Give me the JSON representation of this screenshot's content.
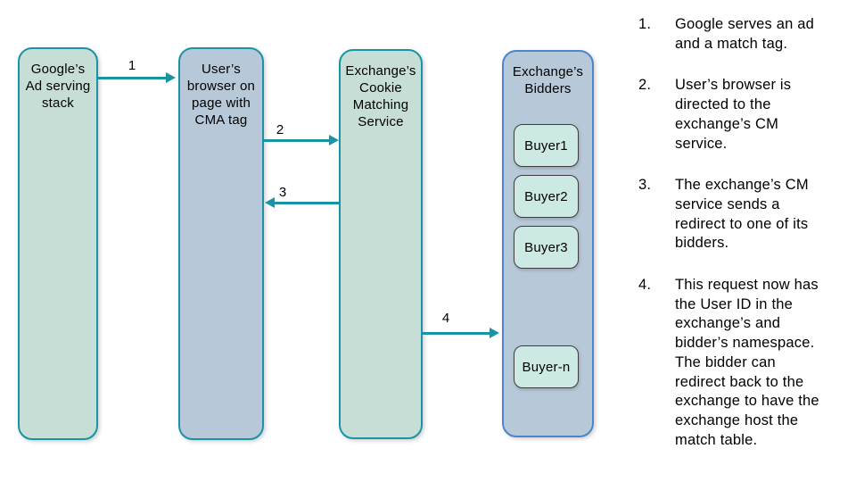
{
  "colors": {
    "teal_border": "#1894a4",
    "green_fill": "#c6ded5",
    "blue_fill": "#b7c8d8",
    "blue_border": "#4a86c8",
    "buyer_fill": "#cce9e3",
    "buyer_border": "#3d3d3d",
    "arrow": "#1894a4",
    "text": "#000000"
  },
  "nodes": {
    "google": {
      "label": "Google’s\nAd serving\nstack"
    },
    "browser": {
      "label": "User’s\nbrowser on\npage with\nCMA tag"
    },
    "cm_service": {
      "label": "Exchange’s\nCookie\nMatching\nService"
    },
    "bidders": {
      "label": "Exchange’s\nBidders",
      "buyers": [
        "Buyer1",
        "Buyer2",
        "Buyer3",
        "Buyer-n"
      ]
    }
  },
  "arrows": [
    {
      "label": "1",
      "from": "google",
      "to": "browser"
    },
    {
      "label": "2",
      "from": "browser",
      "to": "cm_service"
    },
    {
      "label": "3",
      "from": "cm_service",
      "to": "browser"
    },
    {
      "label": "4",
      "from": "cm_service",
      "to": "bidders"
    }
  ],
  "steps": [
    {
      "num": "1.",
      "text": "Google serves an ad\nand a match tag."
    },
    {
      "num": "2.",
      "text": "User’s browser is\ndirected to the\nexchange’s CM\nservice."
    },
    {
      "num": "3.",
      "text": "The exchange’s CM\nservice sends a\nredirect to one of its\nbidders."
    },
    {
      "num": "4.",
      "text": "This request now has\nthe User ID in the\nexchange’s and\nbidder’s namespace.\nThe bidder can\nredirect back to the\nexchange to have the\nexchange host the\nmatch table."
    }
  ]
}
